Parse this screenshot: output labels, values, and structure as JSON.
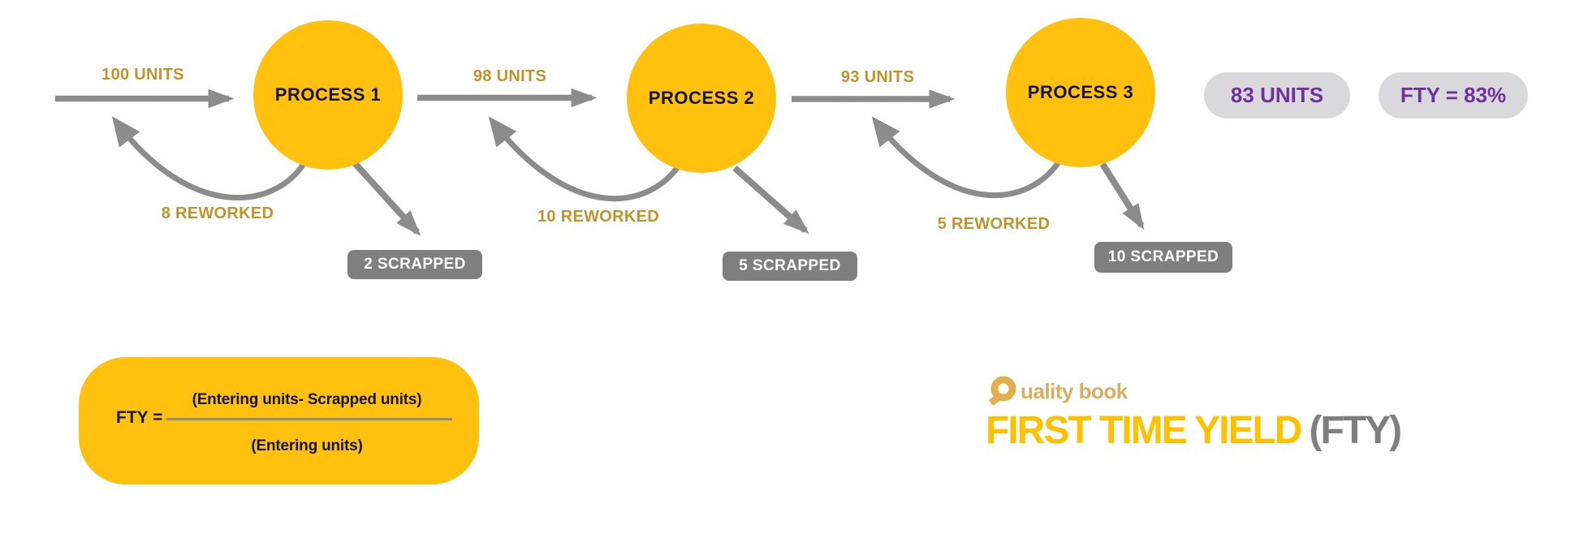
{
  "page": {
    "title": "FIRST TIME YIELD (FTY)"
  },
  "flow": {
    "stages": [
      {
        "incoming": "100 UNITS",
        "name": "PROCESS 1",
        "reworked": "8 REWORKED",
        "scrapped": "2 SCRAPPED"
      },
      {
        "incoming": "98 UNITS",
        "name": "PROCESS 2",
        "reworked": "10 REWORKED",
        "scrapped": "5 SCRAPPED"
      },
      {
        "incoming": "93 UNITS",
        "name": "PROCESS 3",
        "reworked": "5 REWORKED",
        "scrapped": "10 SCRAPPED"
      }
    ],
    "output_units": "83 UNITS",
    "fty_result": "FTY = 83%"
  },
  "formula": {
    "lhs": "FTY =",
    "numerator": "(Entering units- Scrapped units)",
    "denominator": "(Entering units)"
  },
  "branding": {
    "logo_text": "uality book",
    "title_main": "FIRST TIME YIELD",
    "title_suffix": "(FTY)"
  },
  "colors": {
    "process_yellow": "#FFC10D",
    "gold_text": "#C2932A",
    "arrow_gray": "#8C8C8C",
    "scrap_gray": "#7F7F7F",
    "pill_bg": "#D9D9DB",
    "result_purple": "#7030A0",
    "title_yellow": "#FFC000",
    "logo_tan": "#DCAD5C",
    "title_gray": "#7F7F7F"
  }
}
